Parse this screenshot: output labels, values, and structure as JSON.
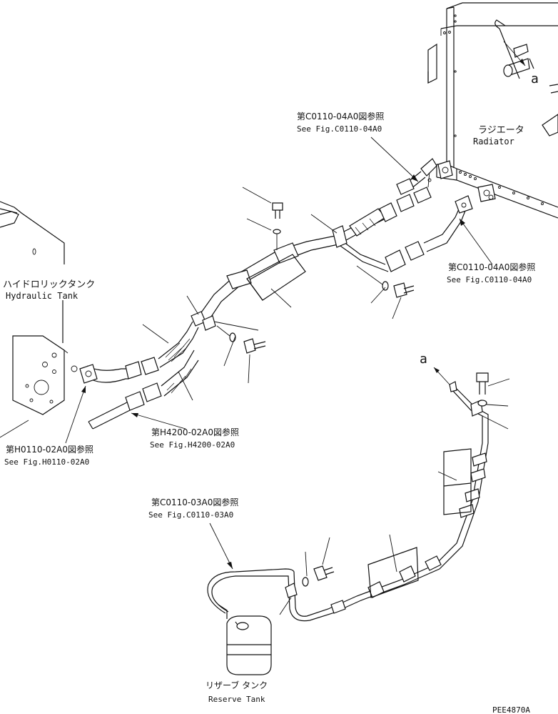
{
  "labels": {
    "radiator_jp": "ラジエータ",
    "radiator_en": "Radiator",
    "hydraulic_jp": "ハイドロリックタンク",
    "hydraulic_en": "Hydraulic Tank",
    "reserve_jp": "リザーブ タンク",
    "reserve_en": "Reserve Tank",
    "ref_c0110_04_top_jp": "第C0110-04A0図参照",
    "ref_c0110_04_top_en": "See Fig.C0110-04A0",
    "ref_c0110_04_right_jp": "第C0110-04A0図参照",
    "ref_c0110_04_right_en": "See Fig.C0110-04A0",
    "ref_h4200_jp": "第H4200-02A0図参照",
    "ref_h4200_en": "See Fig.H4200-02A0",
    "ref_h0110_jp": "第H0110-02A0図参照",
    "ref_h0110_en": "See Fig.H0110-02A0",
    "ref_c0110_03_jp": "第C0110-03A0図参照",
    "ref_c0110_03_en": "See Fig.C0110-03A0",
    "marker_a_top": "a",
    "marker_a_mid": "a",
    "drawing_code": "PEE4870A"
  }
}
